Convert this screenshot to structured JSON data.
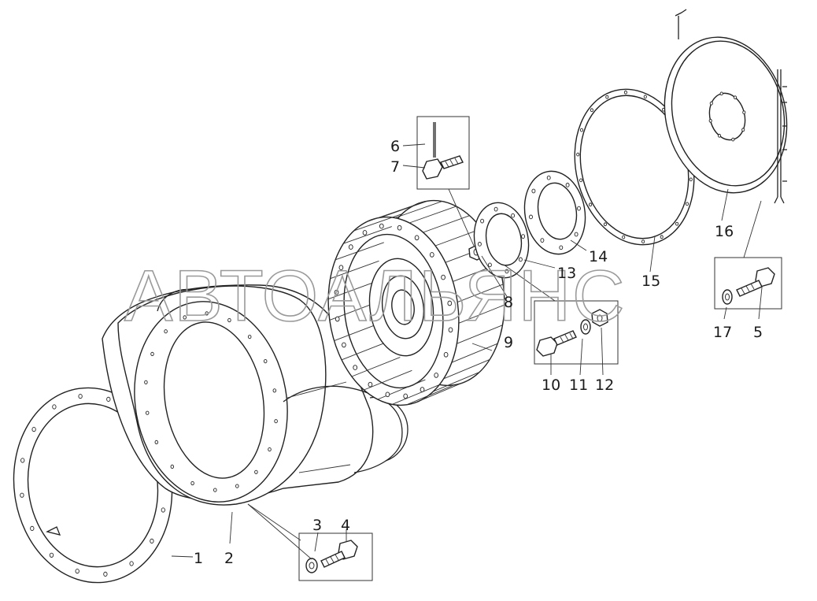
{
  "watermark": "АВТОАЛЬЯНС",
  "callouts": {
    "p1": "1",
    "p2": "2",
    "p3": "3",
    "p4": "4",
    "p5": "5",
    "p6": "6",
    "p7": "7",
    "p8": "8",
    "p9": "9",
    "p10": "10",
    "p11": "11",
    "p12": "12",
    "p13": "13",
    "p14": "14",
    "p15": "15",
    "p16": "16",
    "p17": "17"
  }
}
